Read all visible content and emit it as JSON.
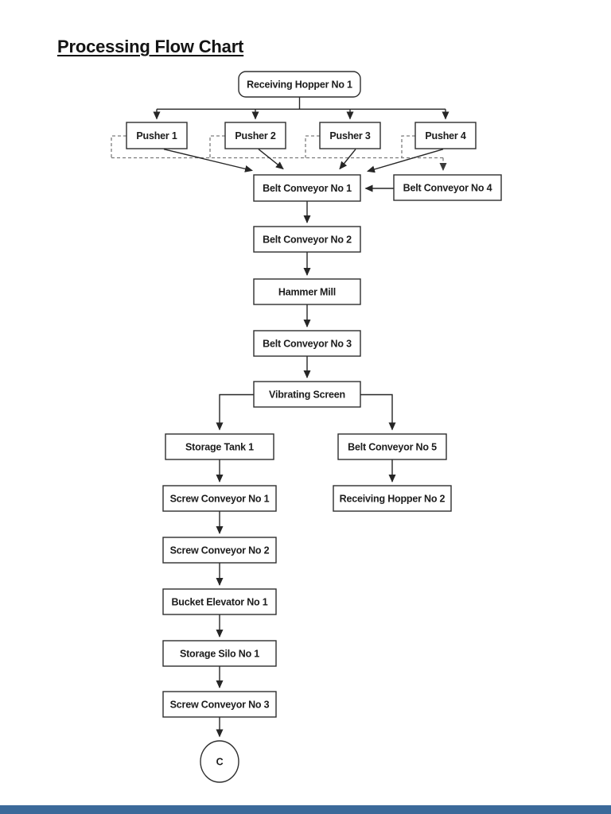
{
  "page": {
    "title": "Processing Flow Chart"
  },
  "colors": {
    "background": "#ffffff",
    "line": "#262626",
    "dashed_line": "#7d7d7d",
    "box_border": "#2e2e2e",
    "box_fill": "#ffffff",
    "text": "#1c1c1c",
    "footer_bar": "#3b6a9a"
  },
  "diagram": {
    "type": "flowchart",
    "nodes": {
      "receiving_hopper_1": {
        "label": "Receiving Hopper No 1",
        "shape": "rounded-rect"
      },
      "pusher_1": {
        "label": "Pusher 1",
        "shape": "rect"
      },
      "pusher_2": {
        "label": "Pusher 2",
        "shape": "rect"
      },
      "pusher_3": {
        "label": "Pusher 3",
        "shape": "rect"
      },
      "pusher_4": {
        "label": "Pusher 4",
        "shape": "rect"
      },
      "belt_conveyor_1": {
        "label": "Belt Conveyor No 1",
        "shape": "rect"
      },
      "belt_conveyor_4": {
        "label": "Belt Conveyor No 4",
        "shape": "rect"
      },
      "belt_conveyor_2": {
        "label": "Belt Conveyor No 2",
        "shape": "rect"
      },
      "hammer_mill": {
        "label": "Hammer Mill",
        "shape": "rect"
      },
      "belt_conveyor_3": {
        "label": "Belt Conveyor No 3",
        "shape": "rect"
      },
      "vibrating_screen": {
        "label": "Vibrating Screen",
        "shape": "rect"
      },
      "storage_tank_1": {
        "label": "Storage Tank 1",
        "shape": "rect"
      },
      "belt_conveyor_5": {
        "label": "Belt Conveyor No 5",
        "shape": "rect"
      },
      "screw_conveyor_1": {
        "label": "Screw Conveyor No 1",
        "shape": "rect"
      },
      "receiving_hopper_2": {
        "label": "Receiving Hopper No 2",
        "shape": "rect"
      },
      "screw_conveyor_2": {
        "label": "Screw Conveyor No 2",
        "shape": "rect"
      },
      "bucket_elevator_1": {
        "label": "Bucket Elevator No 1",
        "shape": "rect"
      },
      "storage_silo_1": {
        "label": "Storage Silo No 1",
        "shape": "rect"
      },
      "screw_conveyor_3": {
        "label": "Screw Conveyor No 3",
        "shape": "rect"
      },
      "connector_c": {
        "label": "C",
        "shape": "circle"
      }
    },
    "edges": [
      {
        "from": "receiving_hopper_1",
        "to": "pusher_1",
        "style": "solid"
      },
      {
        "from": "receiving_hopper_1",
        "to": "pusher_2",
        "style": "solid"
      },
      {
        "from": "receiving_hopper_1",
        "to": "pusher_3",
        "style": "solid"
      },
      {
        "from": "receiving_hopper_1",
        "to": "pusher_4",
        "style": "solid"
      },
      {
        "from": "pusher_1",
        "to": "belt_conveyor_1",
        "style": "solid"
      },
      {
        "from": "pusher_2",
        "to": "belt_conveyor_1",
        "style": "solid"
      },
      {
        "from": "pusher_3",
        "to": "belt_conveyor_1",
        "style": "solid"
      },
      {
        "from": "pusher_4",
        "to": "belt_conveyor_1",
        "style": "solid"
      },
      {
        "from": "pusher_1",
        "to": "belt_conveyor_4",
        "style": "dashed"
      },
      {
        "from": "pusher_2",
        "to": "belt_conveyor_4",
        "style": "dashed"
      },
      {
        "from": "pusher_3",
        "to": "belt_conveyor_4",
        "style": "dashed"
      },
      {
        "from": "pusher_4",
        "to": "belt_conveyor_4",
        "style": "dashed"
      },
      {
        "from": "belt_conveyor_4",
        "to": "belt_conveyor_1",
        "style": "solid"
      },
      {
        "from": "belt_conveyor_1",
        "to": "belt_conveyor_2",
        "style": "solid"
      },
      {
        "from": "belt_conveyor_2",
        "to": "hammer_mill",
        "style": "solid"
      },
      {
        "from": "hammer_mill",
        "to": "belt_conveyor_3",
        "style": "solid"
      },
      {
        "from": "belt_conveyor_3",
        "to": "vibrating_screen",
        "style": "solid"
      },
      {
        "from": "vibrating_screen",
        "to": "storage_tank_1",
        "style": "solid"
      },
      {
        "from": "vibrating_screen",
        "to": "belt_conveyor_5",
        "style": "solid"
      },
      {
        "from": "storage_tank_1",
        "to": "screw_conveyor_1",
        "style": "solid"
      },
      {
        "from": "screw_conveyor_1",
        "to": "screw_conveyor_2",
        "style": "solid"
      },
      {
        "from": "screw_conveyor_2",
        "to": "bucket_elevator_1",
        "style": "solid"
      },
      {
        "from": "bucket_elevator_1",
        "to": "storage_silo_1",
        "style": "solid"
      },
      {
        "from": "storage_silo_1",
        "to": "screw_conveyor_3",
        "style": "solid"
      },
      {
        "from": "screw_conveyor_3",
        "to": "connector_c",
        "style": "solid"
      },
      {
        "from": "belt_conveyor_5",
        "to": "receiving_hopper_2",
        "style": "solid"
      }
    ]
  }
}
